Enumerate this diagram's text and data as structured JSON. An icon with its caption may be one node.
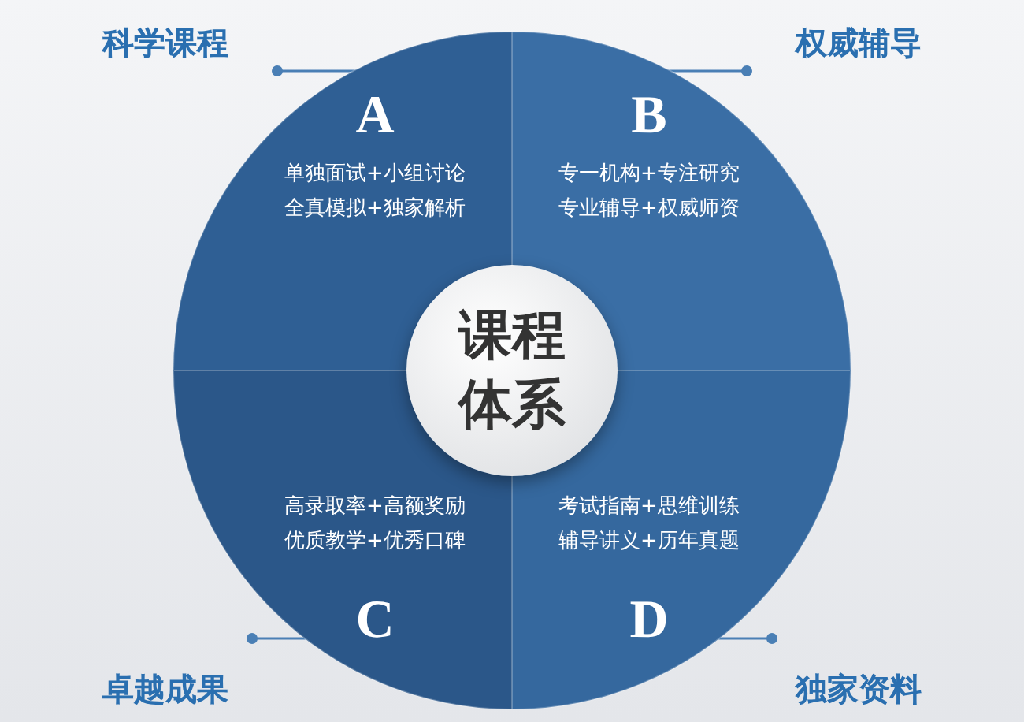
{
  "diagram": {
    "nodes": [
      {
        "text": [
          "课程体系"
        ]
      },
      {
        "text": [
          "A",
          "单独面试+小组讨论全真模拟+独家解析"
        ]
      },
      {
        "text": [
          "B",
          "专一机构+专注研究专业辅导+权威师资"
        ]
      },
      {
        "text": [
          "高录取率+高额奖励优质教学+优秀口碑",
          "C"
        ]
      },
      {
        "text": [
          "考试指南+思维训练辅导讲义+历年真题",
          "D"
        ]
      },
      {
        "text": [
          "科学课程"
        ]
      },
      {
        "text": [
          "权威辅导"
        ]
      },
      {
        "text": [
          "卓越成果"
        ]
      },
      {
        "text": [
          "独家资料"
        ]
      }
    ],
    "edges": [
      {
        "from": 5,
        "to": 1,
        "arrow": "other"
      },
      {
        "from": 6,
        "to": 2,
        "arrow": "other"
      },
      {
        "from": 7,
        "to": 3,
        "arrow": "other"
      },
      {
        "from": 8,
        "to": 4,
        "arrow": "other"
      }
    ]
  }
}
